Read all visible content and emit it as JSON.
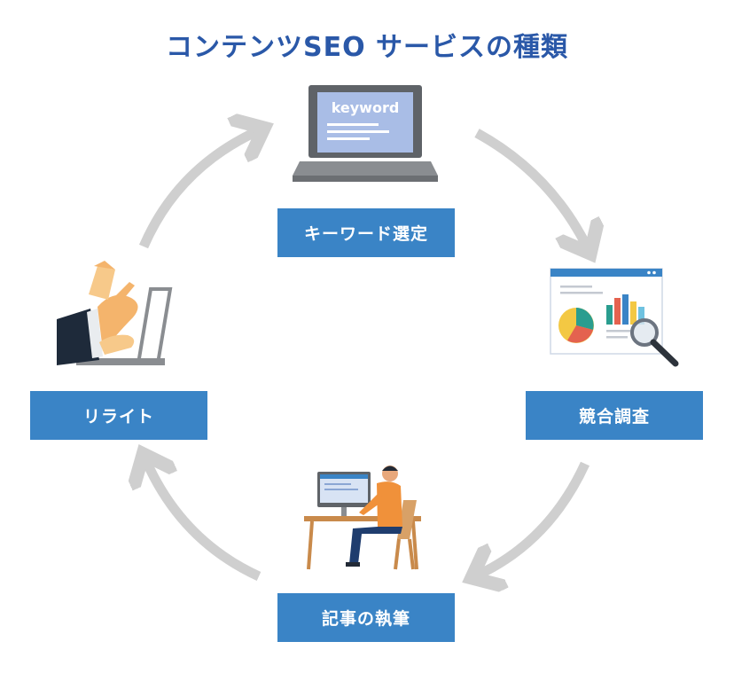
{
  "title": "コンテンツSEO サービスの種類",
  "steps": [
    {
      "label": "キーワード選定",
      "icon": "laptop-keyword-icon"
    },
    {
      "label": "競合調査",
      "icon": "analytics-report-icon"
    },
    {
      "label": "記事の執筆",
      "icon": "writer-at-desk-icon"
    },
    {
      "label": "リライト",
      "icon": "typing-hands-icon"
    }
  ],
  "laptop_screen_text": "keyword",
  "colors": {
    "title": "#2a58a8",
    "box": "#3a84c6",
    "arrow": "#cfcfcf",
    "screen": "#a9bde6"
  }
}
